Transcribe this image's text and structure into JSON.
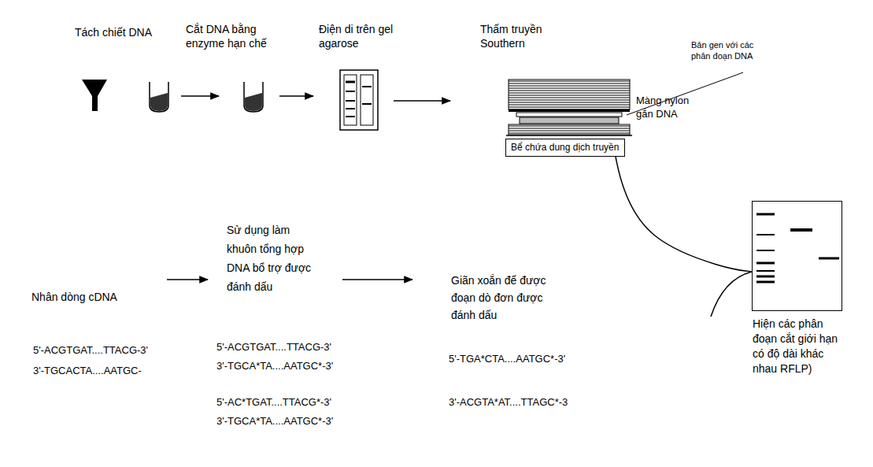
{
  "diagram": {
    "nodes": [
      {
        "text": [
          "Bể chứa dung dịch truyền"
        ]
      },
      {
        "text": [
          "Hiện các phân đoạn cắt giới hạn có độ dài khác nhau RFLP)"
        ]
      }
    ],
    "edges": [
      {
        "from": 0,
        "to": 1,
        "arrow": "none"
      }
    ],
    "labels": [
      "Tách chiết DNA",
      "Cắt DNA bằng enzyme hạn chế",
      "Điện di trên gel agarose",
      "Thấm truyền Southern",
      "Bản gen với các phân đoạn DNA",
      "Màng nylon gắn DNA",
      "Nhân dòng cDNA",
      "5'-ACGTGAT....TTACG-3'",
      "3'-TGCACTA....AATGC-",
      "Sử dụng làm khuôn tổng hợp DNA bổ trợ được đánh dấu",
      "5'-ACGTGAT....TTACG-3'",
      "3'-TGCA*TA....AATGC*-3'",
      "5'-AC*TGAT....TTACG*-3'",
      "3'-TGCA*TA....AATGC*-3'",
      "Giãn xoắn để được đoạn dò đơn được đánh dấu",
      "5'-TGA*CTA....AATGC*-3'",
      "3'-ACGTA*AT....TTAGC*-3"
    ]
  }
}
